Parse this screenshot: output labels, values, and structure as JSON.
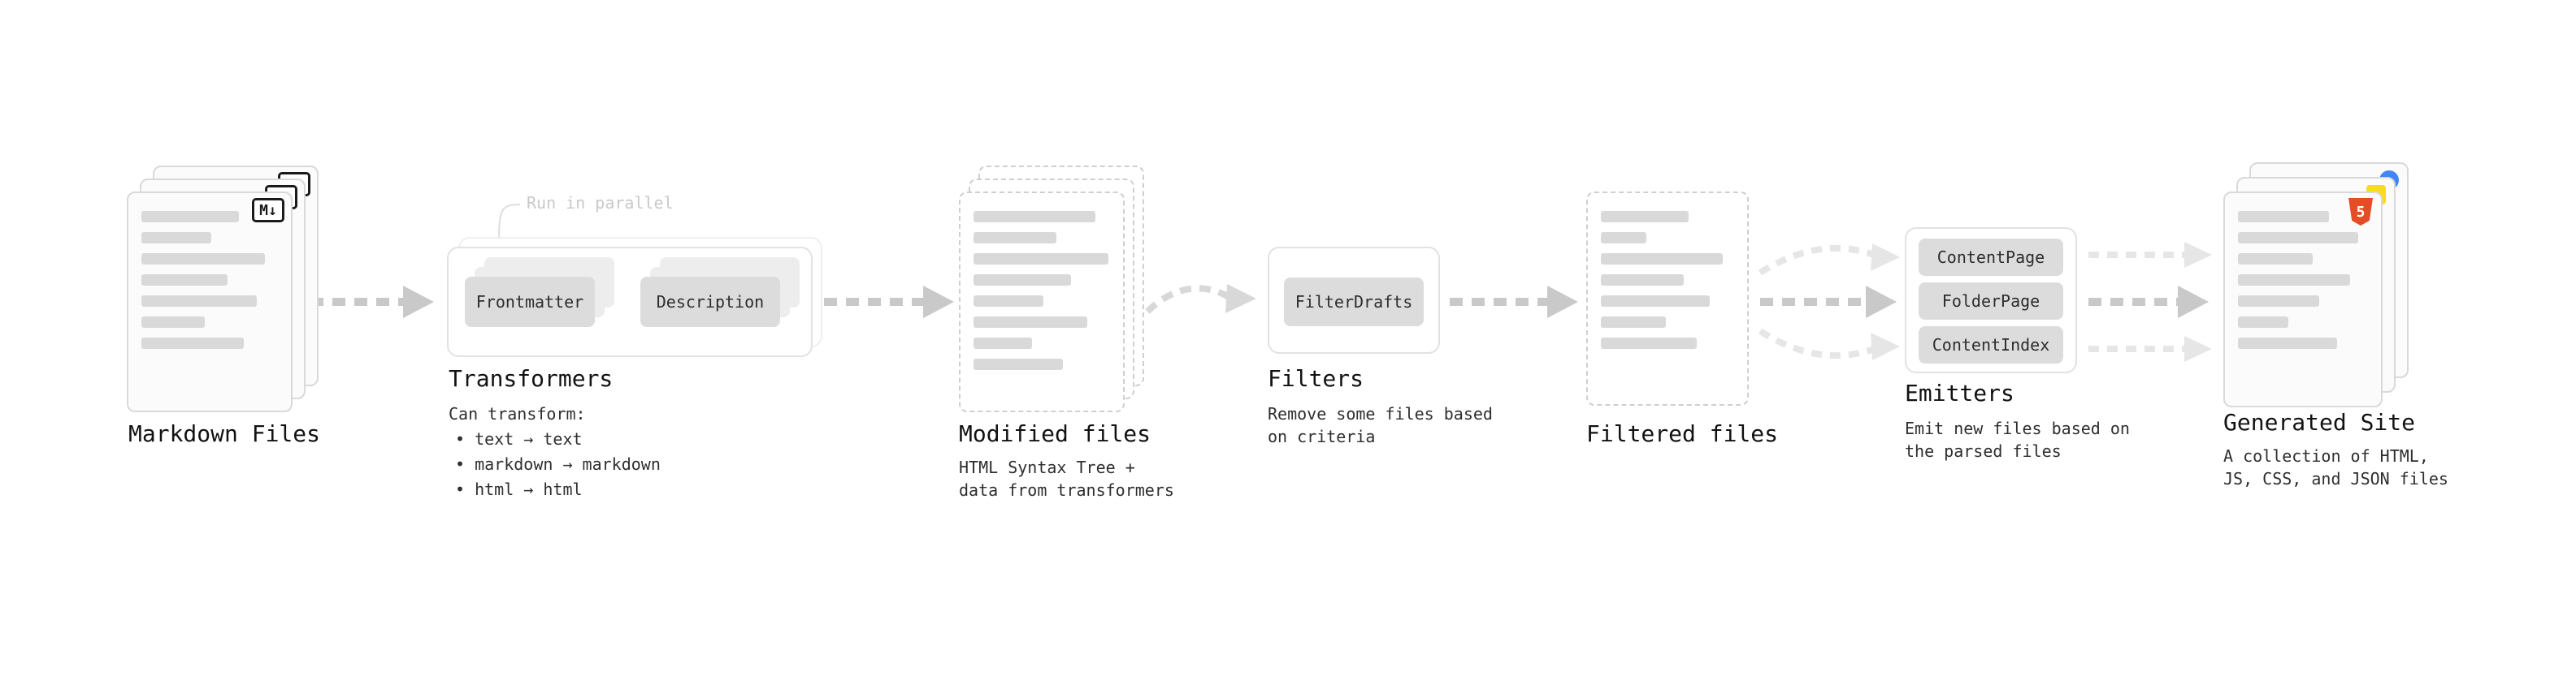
{
  "stages": {
    "markdown_files": {
      "label": "Markdown Files",
      "badge": "M↓"
    },
    "transformers": {
      "label": "Transformers",
      "annotation": "Run in parallel",
      "boxes": [
        "Frontmatter",
        "Description"
      ],
      "desc_title": "Can transform:",
      "bullets": [
        "• text → text",
        "• markdown → markdown",
        "• html → html"
      ]
    },
    "modified_files": {
      "label": "Modified files",
      "desc": "HTML Syntax Tree +\ndata from transformers"
    },
    "filters": {
      "label": "Filters",
      "boxes": [
        "FilterDrafts"
      ],
      "desc": "Remove some files based\non criteria"
    },
    "filtered_files": {
      "label": "Filtered files"
    },
    "emitters": {
      "label": "Emitters",
      "boxes": [
        "ContentPage",
        "FolderPage",
        "ContentIndex"
      ],
      "desc": "Emit new files based on\nthe parsed files"
    },
    "generated_site": {
      "label": "Generated Site",
      "badge": "5",
      "desc": "A collection of HTML,\nJS, CSS, and JSON files"
    }
  },
  "colors": {
    "html5_orange": "#e44d26",
    "js_yellow": "#f5de19",
    "json_blue": "#4285f4",
    "arrow_gray": "#c9c9c9",
    "arrow_light": "#e6e6e6"
  }
}
